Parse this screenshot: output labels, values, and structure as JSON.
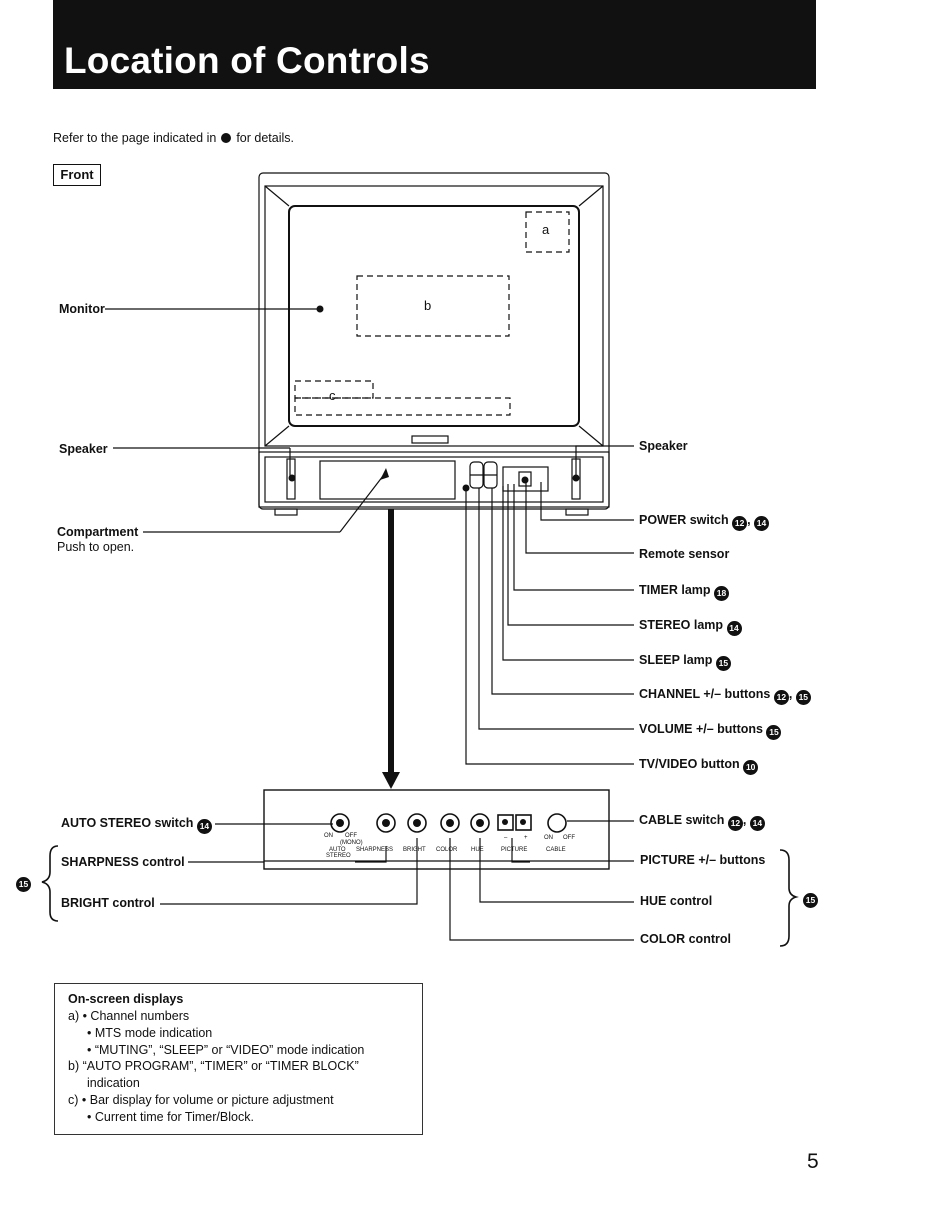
{
  "header": {
    "title": "Location of Controls"
  },
  "intro": {
    "before": "Refer to the page indicated in",
    "after": "for details."
  },
  "section_tag": "Front",
  "screen_zones": {
    "a": "a",
    "b": "b",
    "c": "c"
  },
  "left_labels": {
    "monitor": "Monitor",
    "speaker": "Speaker",
    "compartment": "Compartment",
    "compartment_note": "Push to open."
  },
  "right_labels": [
    {
      "key": "speaker_r",
      "text": "Speaker",
      "refs": []
    },
    {
      "key": "power",
      "text": "POWER switch",
      "refs": [
        "12",
        "14"
      ]
    },
    {
      "key": "remote",
      "text": "Remote sensor",
      "refs": []
    },
    {
      "key": "timer",
      "text": "TIMER lamp",
      "refs": [
        "18"
      ]
    },
    {
      "key": "stereo",
      "text": "STEREO lamp",
      "refs": [
        "14"
      ]
    },
    {
      "key": "sleep",
      "text": "SLEEP lamp",
      "refs": [
        "15"
      ]
    },
    {
      "key": "channel",
      "text": "CHANNEL +/– buttons",
      "refs": [
        "12",
        "15"
      ]
    },
    {
      "key": "volume",
      "text": "VOLUME +/– buttons",
      "refs": [
        "15"
      ]
    },
    {
      "key": "tvvideo",
      "text": "TV/VIDEO button",
      "refs": [
        "10"
      ]
    }
  ],
  "panel_left": {
    "auto_stereo": "AUTO STEREO switch",
    "auto_stereo_ref": "14",
    "sharpness": "SHARPNESS control",
    "bright": "BRIGHT control",
    "group_ref": "15"
  },
  "panel_right": {
    "cable": "CABLE switch",
    "cable_refs": [
      "12",
      "14"
    ],
    "picture": "PICTURE +/– buttons",
    "hue": "HUE control",
    "color": "COLOR control",
    "group_ref": "15"
  },
  "panel_printed": {
    "on": "ON",
    "off": "OFF",
    "mono": "(MONO)",
    "auto": "AUTO",
    "stereo": "STEREO",
    "sharpness": "SHARPNESS",
    "bright": "BRIGHT",
    "color": "COLOR",
    "hue": "HUE",
    "minus": "–",
    "plus": "+",
    "picture": "PICTURE",
    "on2": "ON",
    "off2": "OFF",
    "cable": "CABLE"
  },
  "osd": {
    "title": "On-screen displays",
    "lines": [
      "a)  •  Channel numbers",
      "•  MTS mode indication",
      "•  “MUTING”, “SLEEP” or “VIDEO” mode indication",
      "b)  “AUTO PROGRAM”, “TIMER” or “TIMER BLOCK”",
      "indication",
      "c)  •  Bar display for volume or picture adjustment",
      "•  Current time for Timer/Block."
    ]
  },
  "page_number": "5"
}
